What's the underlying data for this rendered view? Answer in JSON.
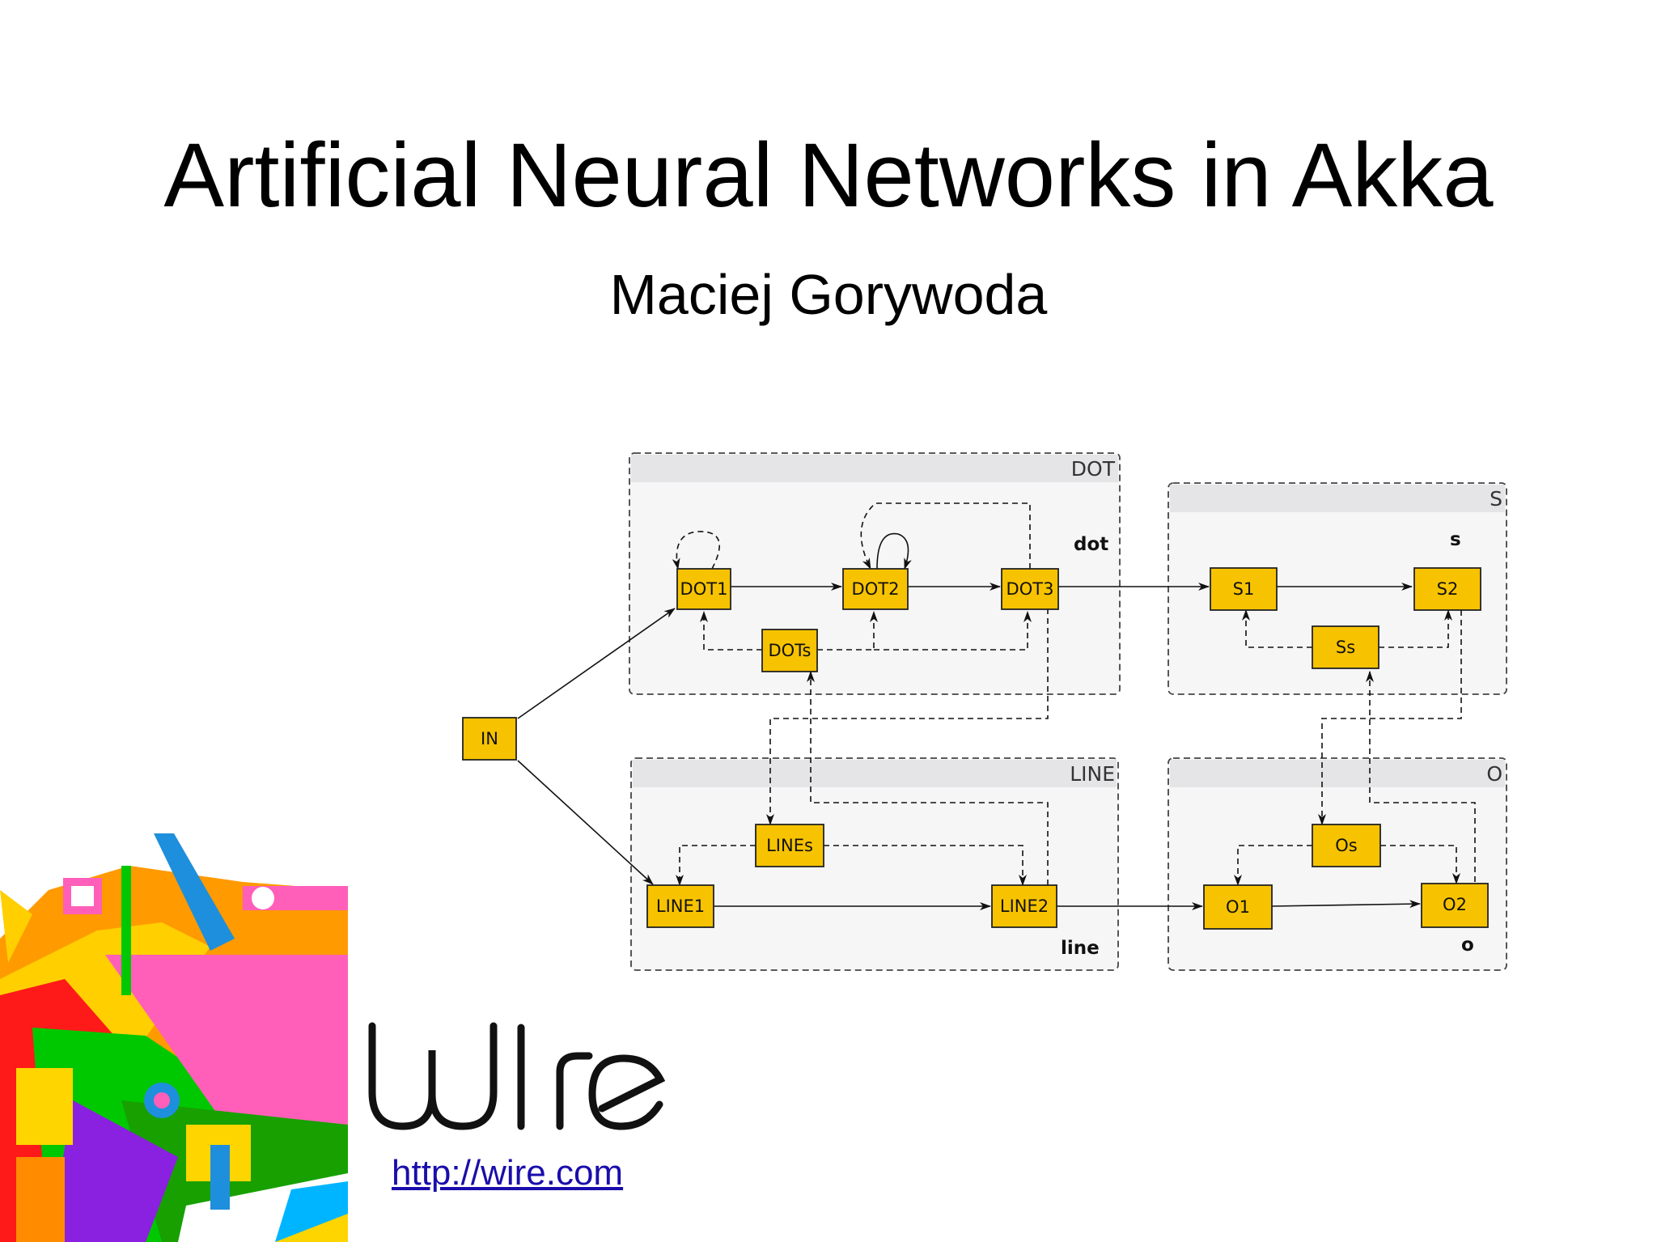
{
  "slide": {
    "title": "Artificial Neural Networks in Akka",
    "author": "Maciej Gorywoda",
    "url": "http://wire.com",
    "logo_text": "wire"
  },
  "diagram": {
    "groups": [
      {
        "id": "DOT",
        "label": "DOT",
        "sublabel": "dot"
      },
      {
        "id": "S",
        "label": "S",
        "sublabel": "s"
      },
      {
        "id": "LINE",
        "label": "LINE",
        "sublabel": "line"
      },
      {
        "id": "O",
        "label": "O",
        "sublabel": "o"
      }
    ],
    "nodes": [
      {
        "id": "IN",
        "label": "IN"
      },
      {
        "id": "DOT1",
        "label": "DOT1"
      },
      {
        "id": "DOT2",
        "label": "DOT2"
      },
      {
        "id": "DOT3",
        "label": "DOT3"
      },
      {
        "id": "DOTs",
        "label": "DOTs"
      },
      {
        "id": "S1",
        "label": "S1"
      },
      {
        "id": "S2",
        "label": "S2"
      },
      {
        "id": "Ss",
        "label": "Ss"
      },
      {
        "id": "LINE1",
        "label": "LINE1"
      },
      {
        "id": "LINE2",
        "label": "LINE2"
      },
      {
        "id": "LINEs",
        "label": "LINEs"
      },
      {
        "id": "O1",
        "label": "O1"
      },
      {
        "id": "O2",
        "label": "O2"
      },
      {
        "id": "Os",
        "label": "Os"
      }
    ],
    "edges": [
      {
        "from": "IN",
        "to": "DOT1",
        "style": "solid"
      },
      {
        "from": "IN",
        "to": "LINE1",
        "style": "solid"
      },
      {
        "from": "DOT1",
        "to": "DOT2",
        "style": "solid"
      },
      {
        "from": "DOT2",
        "to": "DOT3",
        "style": "solid"
      },
      {
        "from": "DOT3",
        "to": "S1",
        "style": "solid"
      },
      {
        "from": "S1",
        "to": "S2",
        "style": "solid"
      },
      {
        "from": "LINE1",
        "to": "LINE2",
        "style": "solid"
      },
      {
        "from": "LINE2",
        "to": "O1",
        "style": "solid"
      },
      {
        "from": "O1",
        "to": "O2",
        "style": "solid"
      },
      {
        "from": "DOT1",
        "to": "DOT1",
        "style": "dashed"
      },
      {
        "from": "DOT2",
        "to": "DOT2",
        "style": "solid"
      },
      {
        "from": "DOT3",
        "to": "DOT2",
        "style": "dashed"
      },
      {
        "from": "DOTs",
        "to": "DOT1",
        "style": "dashed"
      },
      {
        "from": "DOTs",
        "to": "DOT2",
        "style": "dashed"
      },
      {
        "from": "DOTs",
        "to": "DOT3",
        "style": "dashed"
      },
      {
        "from": "Ss",
        "to": "S1",
        "style": "dashed"
      },
      {
        "from": "Ss",
        "to": "S2",
        "style": "dashed"
      },
      {
        "from": "LINEs",
        "to": "LINE1",
        "style": "dashed"
      },
      {
        "from": "LINEs",
        "to": "LINE2",
        "style": "dashed"
      },
      {
        "from": "Os",
        "to": "O1",
        "style": "dashed"
      },
      {
        "from": "Os",
        "to": "O2",
        "style": "dashed"
      },
      {
        "from": "DOT3",
        "to": "LINEs",
        "style": "dashed"
      },
      {
        "from": "LINE2",
        "to": "DOTs",
        "style": "dashed"
      },
      {
        "from": "S2",
        "to": "Os",
        "style": "dashed"
      },
      {
        "from": "O2",
        "to": "Ss",
        "style": "dashed"
      }
    ]
  }
}
